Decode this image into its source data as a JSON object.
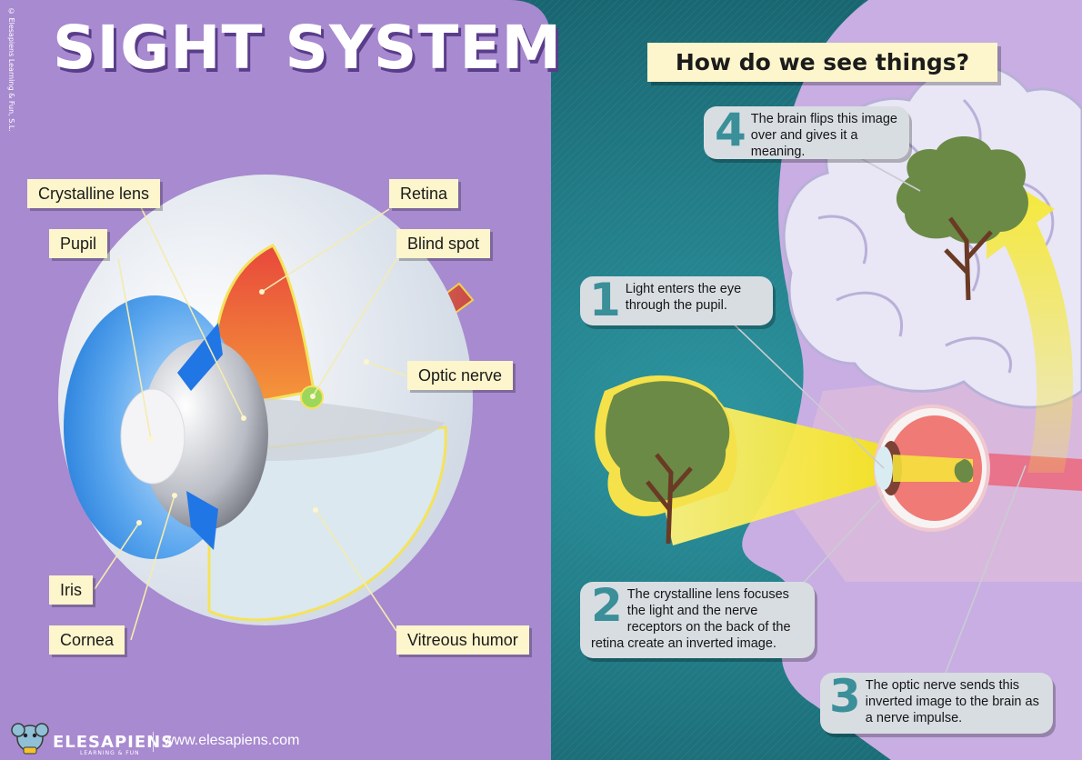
{
  "title": "SIGHT SYSTEM",
  "copyright": "© Elesapiens Learning & Fun, S.L.",
  "question": "How do we see things?",
  "eye_labels": {
    "crystalline_lens": "Crystalline lens",
    "pupil": "Pupil",
    "retina": "Retina",
    "blind_spot": "Blind spot",
    "optic_nerve": "Optic nerve",
    "iris": "Iris",
    "cornea": "Cornea",
    "vitreous_humor": "Vitreous humor"
  },
  "steps": [
    {
      "number": "1",
      "text": "Light enters the eye through the  pupil."
    },
    {
      "number": "2",
      "text": "The crystalline lens focuses the light and the nerve receptors on the back of the retina create an inverted image."
    },
    {
      "number": "3",
      "text": "The optic nerve sends this inverted image to the brain as a nerve impulse."
    },
    {
      "number": "4",
      "text": "The brain flips this image over and gives it a meaning."
    }
  ],
  "footer": {
    "brand": "ELESAPIENS",
    "tagline": "LEARNING & FUN",
    "url": "www.elesapiens.com"
  },
  "colors": {
    "purple_panel": "#a88ad0",
    "teal_background": "#1f6f7a",
    "label_fill": "#fdf5cc",
    "step_fill": "#d8dde2",
    "step_number": "#3a8f99",
    "light_beam": "#f7e93a"
  }
}
